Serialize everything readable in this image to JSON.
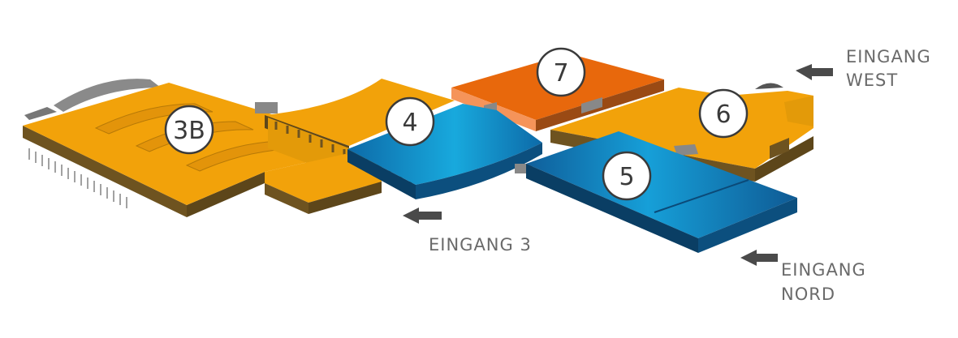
{
  "halls": [
    {
      "id": "3B",
      "label": "3B"
    },
    {
      "id": "4",
      "label": "4"
    },
    {
      "id": "5",
      "label": "5"
    },
    {
      "id": "6",
      "label": "6"
    },
    {
      "id": "7",
      "label": "7"
    }
  ],
  "entrances": {
    "west": {
      "line1": "EINGANG",
      "line2": "WEST"
    },
    "three": {
      "line1": "EINGANG 3"
    },
    "north": {
      "line1": "EINGANG",
      "line2": "NORD"
    }
  },
  "colors": {
    "orange": "#f2a20a",
    "orange_side": "#6e5320",
    "dark_orange": "#e8680c",
    "blue": "#1488c6",
    "blue_dark": "#0c4f7e",
    "gray": "#9a9a9a",
    "arrow": "#4a4a4a"
  },
  "icons": [
    "arrow-icon"
  ]
}
